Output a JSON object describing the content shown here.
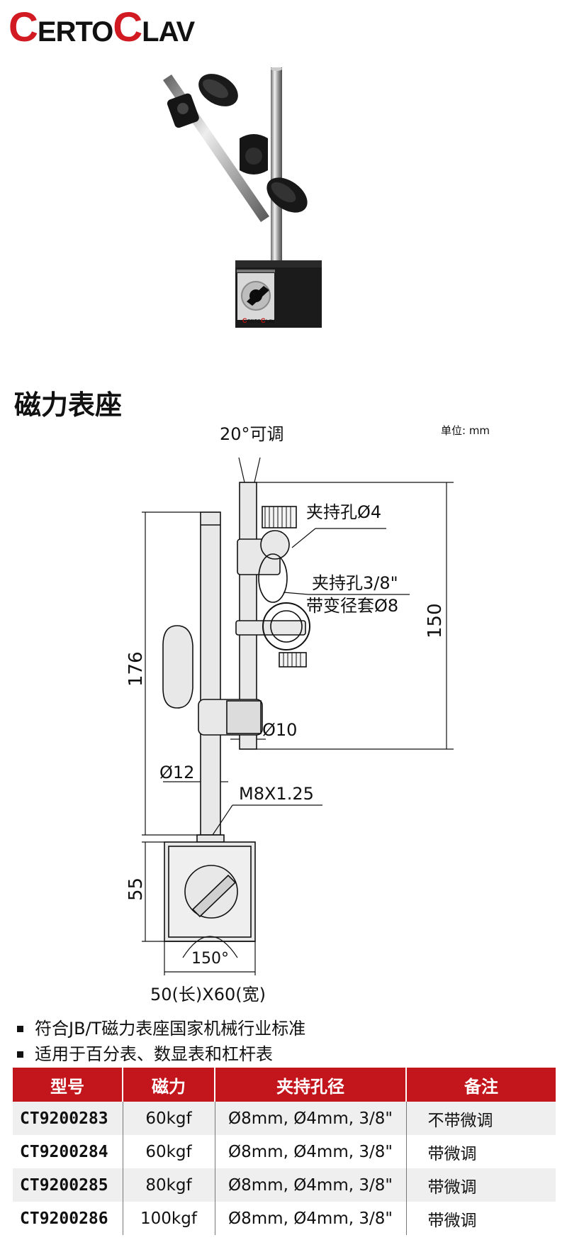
{
  "brand": {
    "c1": "C",
    "t1": "ERTO",
    "c2": "C",
    "t2": "LAV",
    "color": "#d21a22"
  },
  "product_title": "磁力表座",
  "unit_label": "单位: mm",
  "drawing_labels": {
    "angle_adjust": "20°可调",
    "clamp_hole_4": "夹持孔Ø4",
    "clamp_hole_38": "夹持孔3/8\"",
    "reducer": "带变径套Ø8",
    "dim_150": "150",
    "dim_176": "176",
    "rod_10": "Ø10",
    "rod_12": "Ø12",
    "thread": "M8X1.25",
    "dim_55": "55",
    "angle_150": "150°",
    "base_size": "50(长)X60(宽)"
  },
  "features": [
    "符合JB/T磁力表座国家机械行业标准",
    "适用于百分表、数显表和杠杆表"
  ],
  "table": {
    "header_color": "#c2161c",
    "headers": [
      "型号",
      "磁力",
      "夹持孔径",
      "备注"
    ],
    "rows": [
      {
        "model": "CT9200283",
        "force": "60kgf",
        "holes": "Ø8mm, Ø4mm, 3/8\"",
        "note": "不带微调"
      },
      {
        "model": "CT9200284",
        "force": "60kgf",
        "holes": "Ø8mm, Ø4mm, 3/8\"",
        "note": "带微调"
      },
      {
        "model": "CT9200285",
        "force": "80kgf",
        "holes": "Ø8mm, Ø4mm, 3/8\"",
        "note": "带微调"
      },
      {
        "model": "CT9200286",
        "force": "100kgf",
        "holes": "Ø8mm, Ø4mm, 3/8\"",
        "note": "带微调"
      }
    ]
  },
  "icons": {
    "bullet": "square-bullet-icon"
  }
}
